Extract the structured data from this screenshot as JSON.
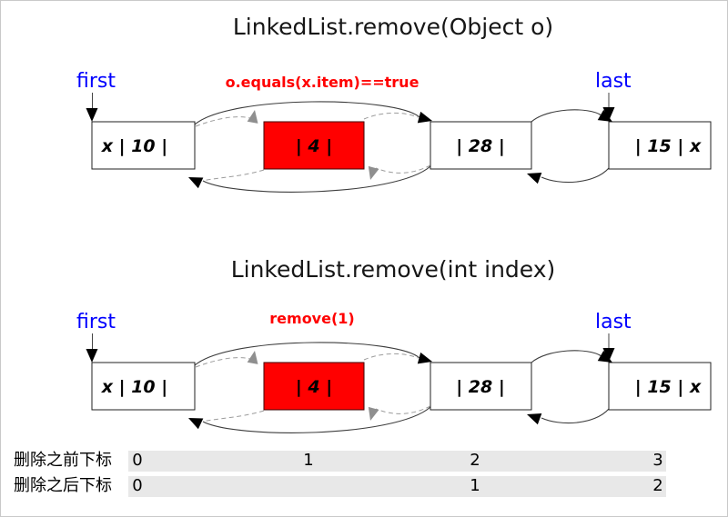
{
  "colors": {
    "highlight_red": "#ff0000",
    "pointer_blue": "#0000ff",
    "band_gray": "#e8e8e8"
  },
  "diagrams": [
    {
      "title": "LinkedList.remove(Object o)",
      "first_label": "first",
      "last_label": "last",
      "annotation": "o.equals(x.item)==true",
      "nodes": [
        "x | 10 |",
        "| 4 |",
        "| 28 |",
        "| 15 | x"
      ],
      "removed_node_index": 1
    },
    {
      "title": "LinkedList.remove(int index)",
      "first_label": "first",
      "last_label": "last",
      "annotation": "remove(1)",
      "nodes": [
        "x | 10 |",
        "| 4 |",
        "| 28 |",
        "| 15 | x"
      ],
      "removed_node_index": 1
    }
  ],
  "index_table": {
    "rows": [
      {
        "label": "删除之前下标",
        "cells": [
          {
            "text": "0",
            "col": 0
          },
          {
            "text": "1",
            "col": 1
          },
          {
            "text": "2",
            "col": 2
          },
          {
            "text": "3",
            "col": 3
          }
        ]
      },
      {
        "label": "删除之后下标",
        "cells": [
          {
            "text": "0",
            "col": 0
          },
          {
            "text": "1",
            "col": 2
          },
          {
            "text": "2",
            "col": 3
          }
        ]
      }
    ]
  }
}
